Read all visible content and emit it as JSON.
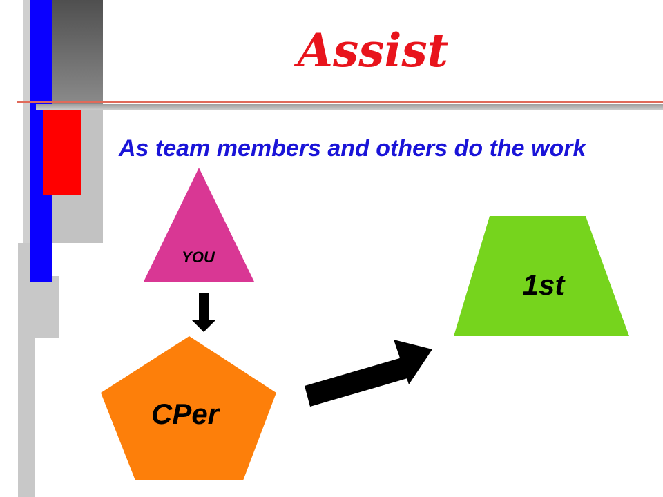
{
  "slide": {
    "title": "Assist",
    "subtitle": "As team members and others do the work"
  },
  "shapes": {
    "you": {
      "label": "YOU",
      "kind": "triangle",
      "color": "#d93794"
    },
    "cper": {
      "label": "CPer",
      "kind": "pentagon",
      "color": "#fd7f0a"
    },
    "first": {
      "label": "1st",
      "kind": "trapezoid",
      "color": "#76d41d"
    }
  },
  "colors": {
    "title": "#e8141c",
    "subtitle": "#1a14d8",
    "accent_blue": "#0a00ff",
    "accent_red": "#ff0000",
    "decor_gray_dark": "#5e5e5e",
    "decor_gray_light": "#c2c2c2",
    "arrow": "#000000"
  }
}
